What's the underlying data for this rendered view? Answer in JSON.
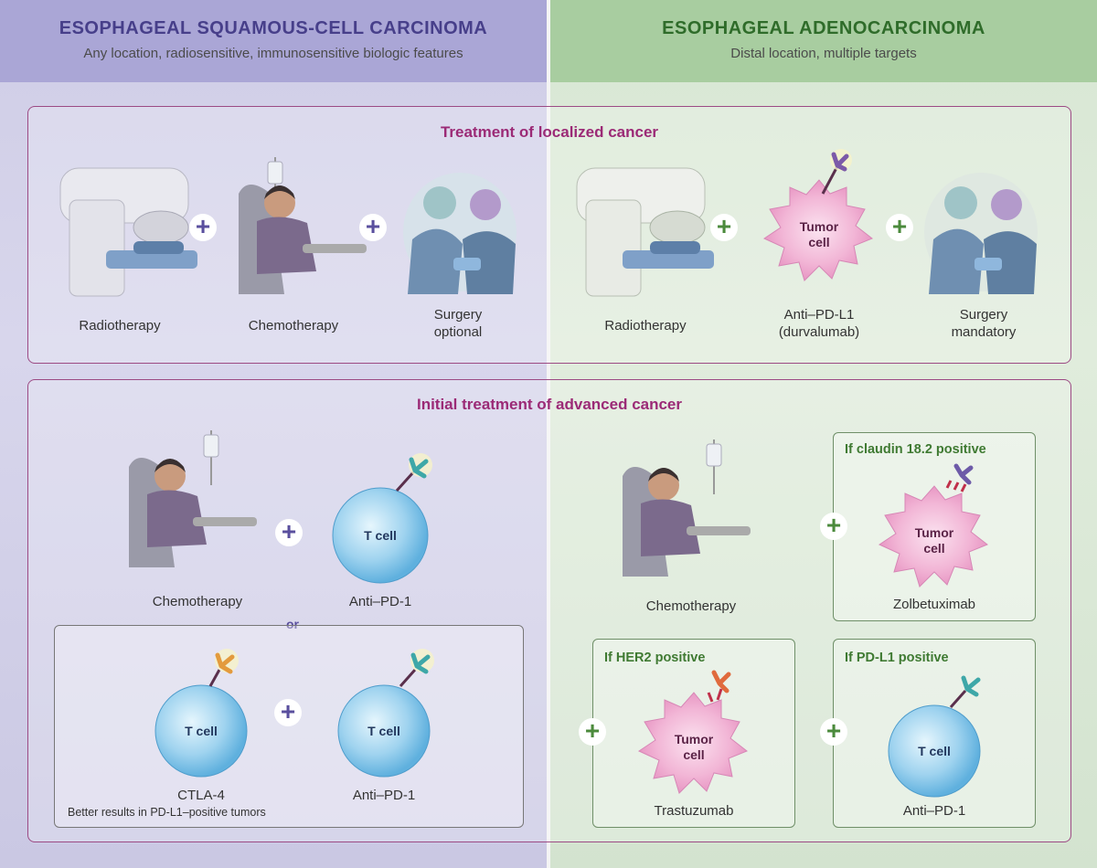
{
  "left_header": {
    "title": "ESOPHAGEAL SQUAMOUS-CELL CARCINOMA",
    "subtitle": "Any location, radiosensitive, immunosensitive biologic features"
  },
  "right_header": {
    "title": "ESOPHAGEAL ADENOCARCINOMA",
    "subtitle": "Distal location, multiple targets"
  },
  "localized": {
    "title": "Treatment of localized cancer",
    "left": {
      "radiotherapy": "Radiotherapy",
      "chemotherapy": "Chemotherapy",
      "surgery_line1": "Surgery",
      "surgery_line2": "optional"
    },
    "right": {
      "radiotherapy": "Radiotherapy",
      "antipdl1_line1": "Anti–PD-L1",
      "antipdl1_line2": "(durvalumab)",
      "surgery_line1": "Surgery",
      "surgery_line2": "mandatory",
      "tumor_line1": "Tumor",
      "tumor_line2": "cell"
    }
  },
  "advanced": {
    "title": "Initial treatment of advanced cancer",
    "left": {
      "chemotherapy": "Chemotherapy",
      "antipd1": "Anti–PD-1",
      "tcell": "T cell",
      "or": "or",
      "ctla4": "CTLA-4",
      "antipd1_b": "Anti–PD-1",
      "tcell_a": "T cell",
      "tcell_b": "T cell",
      "note": "Better results in PD-L1–positive tumors"
    },
    "right": {
      "chemotherapy": "Chemotherapy",
      "claudin_title": "If claudin 18.2 positive",
      "zolbetuximab": "Zolbetuximab",
      "her2_title": "If HER2 positive",
      "trastuzumab": "Trastuzumab",
      "pdl1_title": "If PD-L1 positive",
      "antipd1": "Anti–PD-1",
      "tumor_line1": "Tumor",
      "tumor_line2": "cell",
      "tcell": "T cell"
    }
  },
  "colors": {
    "left_accent": "#5a4f9e",
    "right_accent": "#4b8a3c",
    "panel_title": "#9b2a76",
    "tumor_pink": "#f2b6d6",
    "tcell_blue": "#9fd3ef"
  }
}
